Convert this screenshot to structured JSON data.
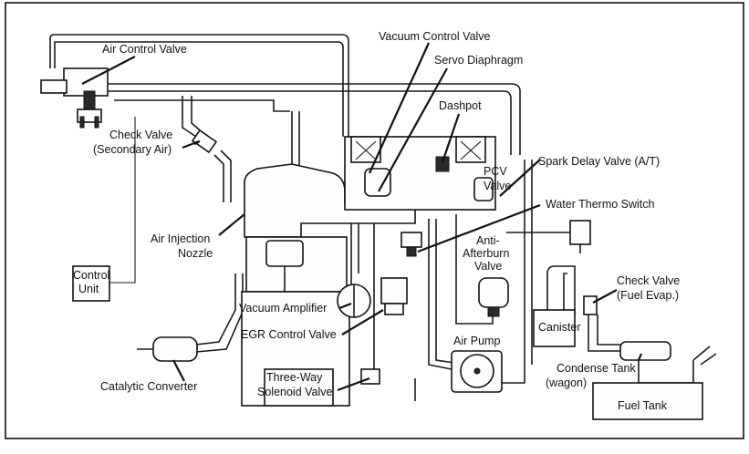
{
  "labels": {
    "air_control_valve": "Air Control Valve",
    "vacuum_control_valve": "Vacuum Control Valve",
    "servo_diaphragm": "Servo Diaphragm",
    "dashpot": "Dashpot",
    "check_valve_secondary_line1": "Check Valve",
    "check_valve_secondary_line2": "(Secondary Air)",
    "spark_delay_valve": "Spark Delay Valve (A/T)",
    "pcv_valve_line1": "PCV",
    "pcv_valve_line2": "Valve",
    "water_thermo_switch": "Water Thermo Switch",
    "air_injection_nozzle_line1": "Air Injection",
    "air_injection_nozzle_line2": "Nozzle",
    "anti_afterburn_line1": "Anti-",
    "anti_afterburn_line2": "Afterburn",
    "anti_afterburn_line3": "Valve",
    "control_unit_line1": "Control",
    "control_unit_line2": "Unit",
    "check_valve_fuel_line1": "Check Valve",
    "check_valve_fuel_line2": "(Fuel Evap.)",
    "vacuum_amplifier": "Vacuum Amplifier",
    "canister": "Canister",
    "egr_control_valve": "EGR Control Valve",
    "air_pump": "Air Pump",
    "condense_tank": "Condense Tank",
    "condense_tank_note": "(wagon)",
    "catalytic_converter": "Catalytic Converter",
    "three_way_line1": "Three-Way",
    "three_way_line2": "Solenoid Valve",
    "fuel_tank": "Fuel Tank"
  }
}
